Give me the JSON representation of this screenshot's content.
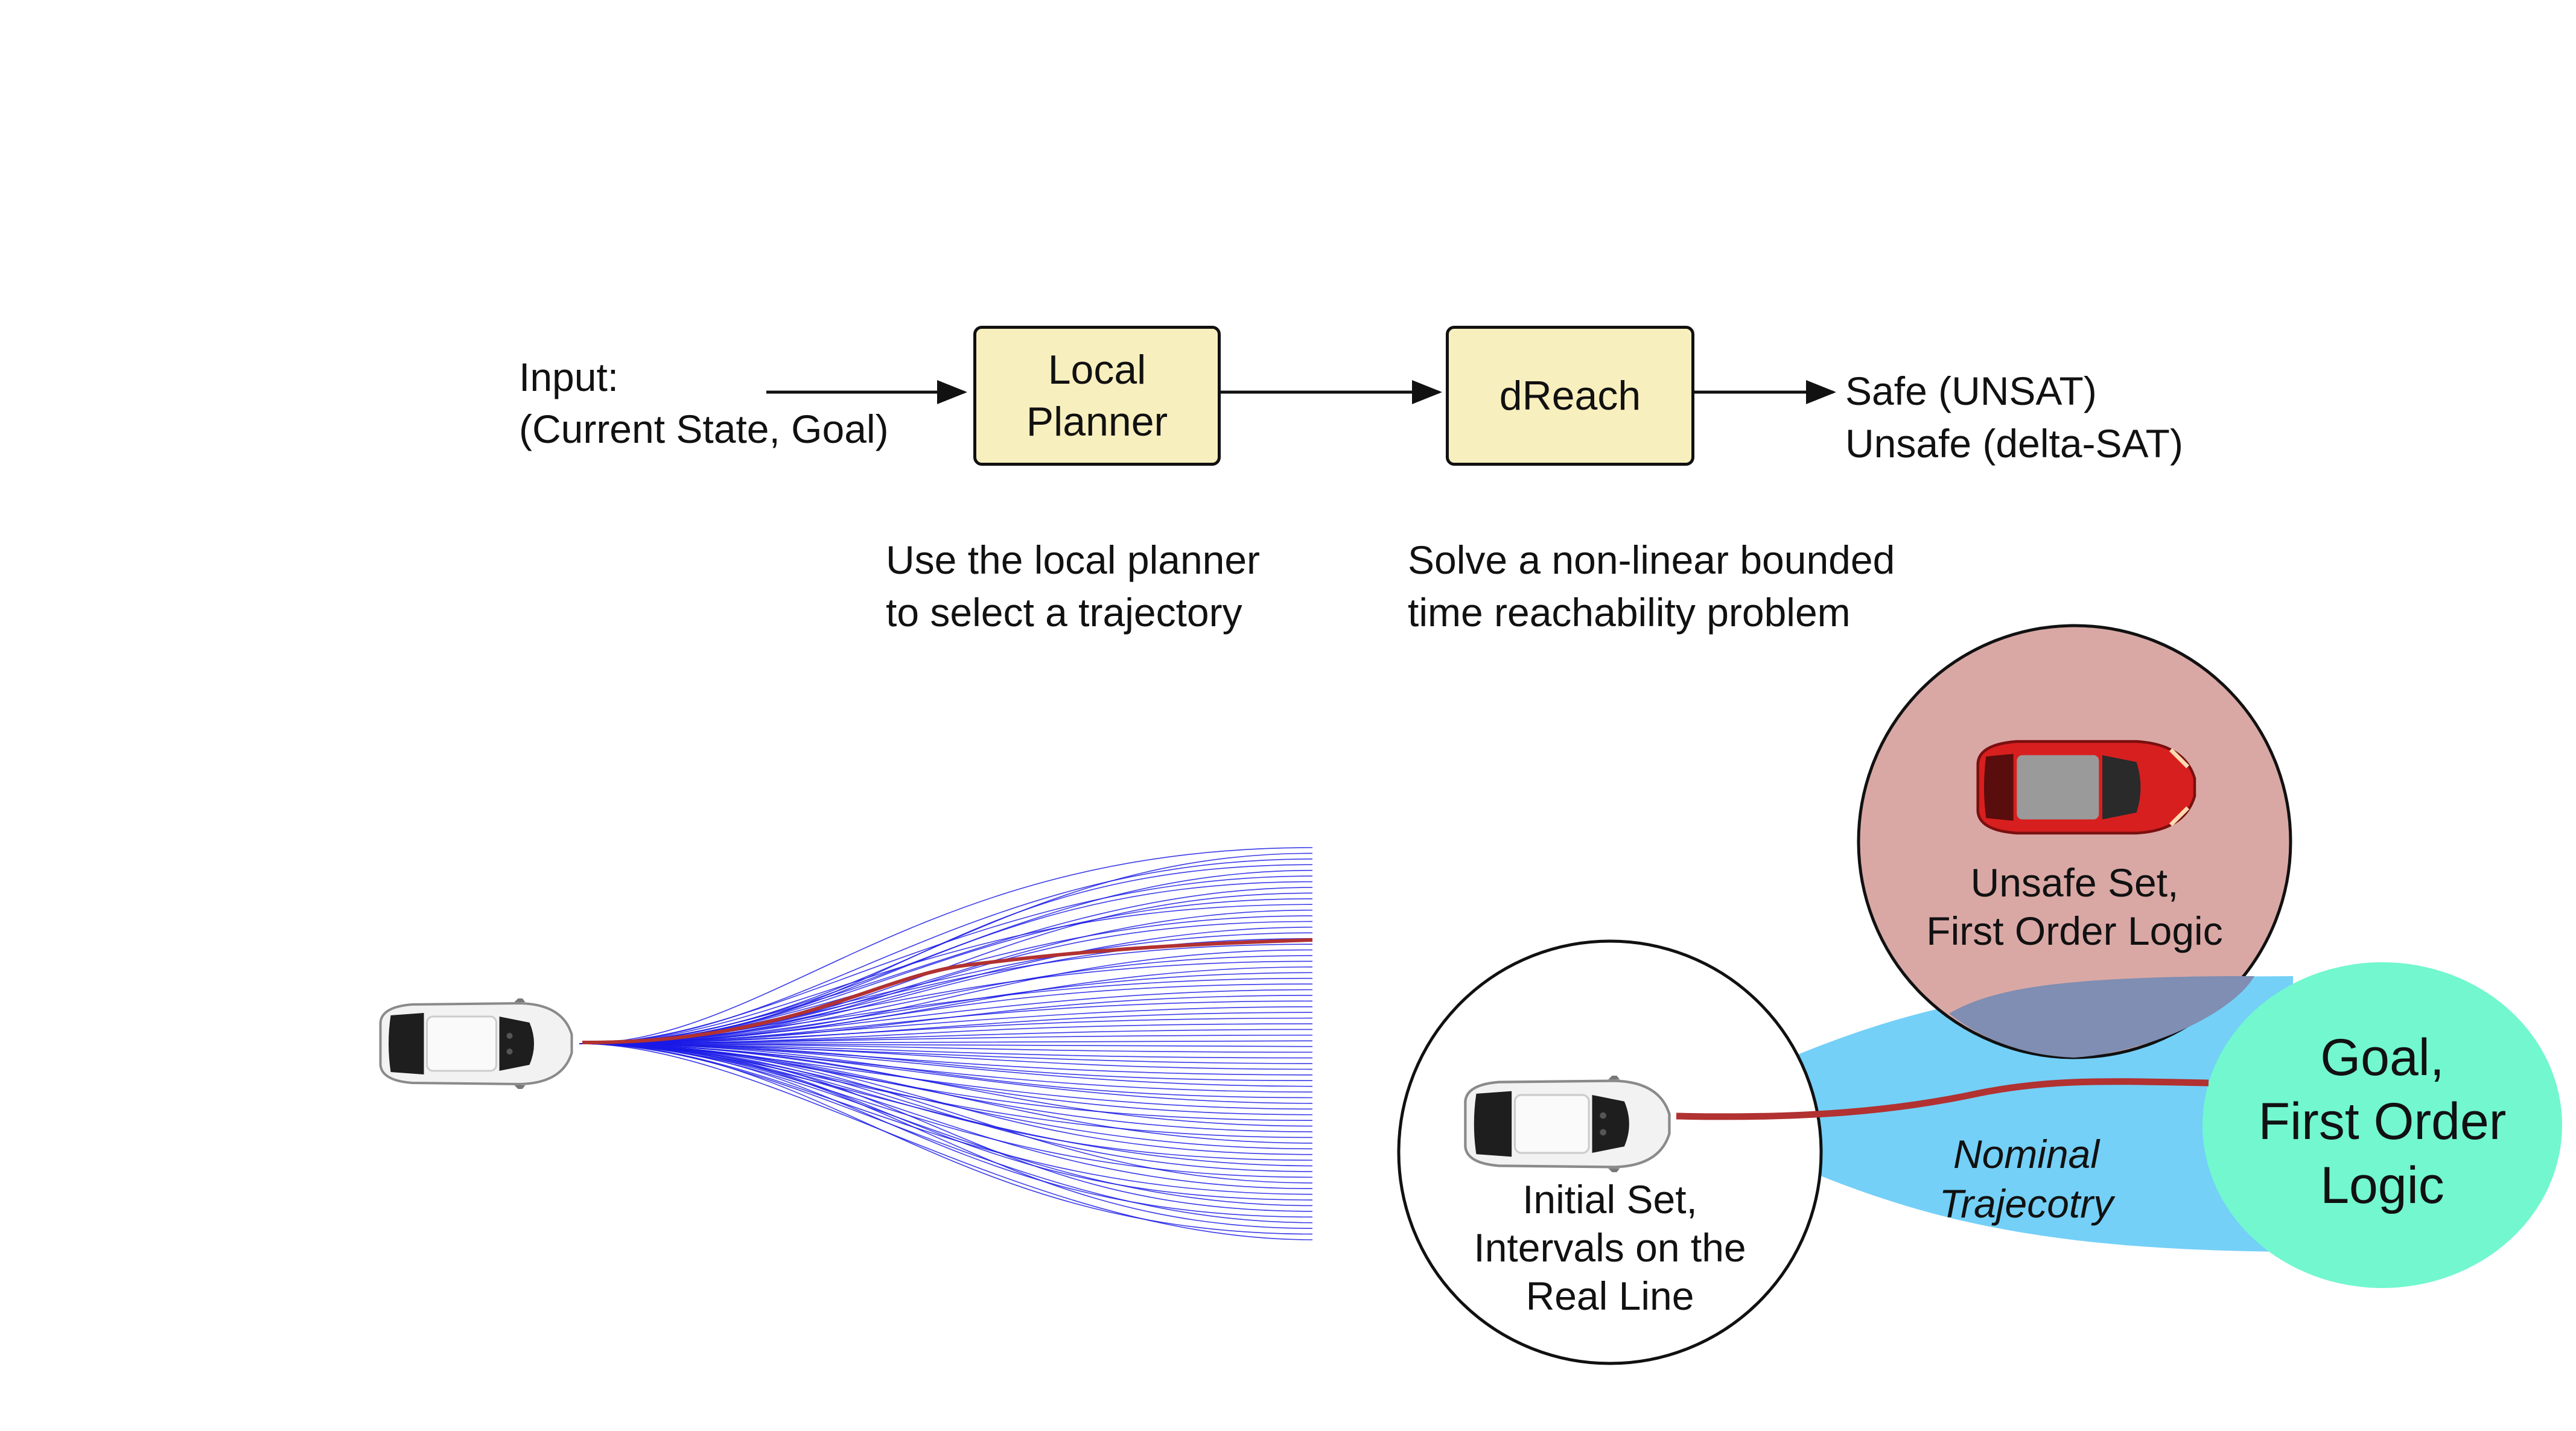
{
  "pipeline": {
    "input_label": "Input:",
    "input_value": "(Current State, Goal)",
    "local_planner": {
      "line1": "Local",
      "line2": "Planner"
    },
    "dreach": "dReach",
    "output_safe": "Safe (UNSAT)",
    "output_unsafe": "Unsafe (delta-SAT)"
  },
  "captions": {
    "planner_line1": "Use the local planner",
    "planner_line2": "to select a trajectory",
    "dreach_line1": "Solve a non-linear bounded",
    "dreach_line2": "time reachability problem"
  },
  "reachability": {
    "unsafe_line1": "Unsafe Set,",
    "unsafe_line2": "First Order Logic",
    "initial_line1": "Initial Set,",
    "initial_line2": "Intervals on the",
    "initial_line3": "Real Line",
    "nominal_line1": "Nominal",
    "nominal_line2": "Trajecotry",
    "goal_line1": "Goal,",
    "goal_line2": "First Order",
    "goal_line3": "Logic"
  },
  "colors": {
    "box_fill": "#f8efbe",
    "unsafe_fill": "#d9a8a5",
    "tube_fill": "#74d0f7",
    "goal_fill": "#72f7cf",
    "trajectory": "#b23131",
    "fan_lines": "#1a1ae6",
    "ego_car": "#ffffff",
    "obstacle_car": "#d92020"
  }
}
